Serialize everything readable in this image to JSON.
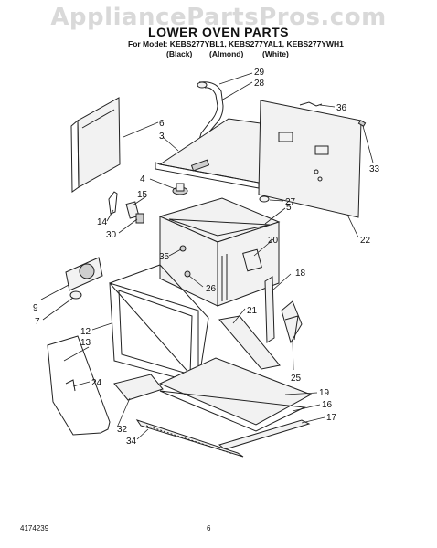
{
  "watermark": "AppliancePartsPros.com",
  "title": "LOWER OVEN PARTS",
  "model_line": "For Model: KEBS277YBL1, KEBS277YAL1, KEBS277YWH1",
  "color_labels": [
    "(Black)",
    "(Almond)",
    "(White)"
  ],
  "callouts": [
    "29",
    "28",
    "36",
    "6",
    "3",
    "33",
    "4",
    "27",
    "15",
    "5",
    "14",
    "30",
    "22",
    "20",
    "35",
    "18",
    "9",
    "26",
    "7",
    "21",
    "12",
    "13",
    "25",
    "24",
    "19",
    "16",
    "32",
    "17",
    "34"
  ],
  "footer": {
    "code": "4174239",
    "page": "6"
  }
}
